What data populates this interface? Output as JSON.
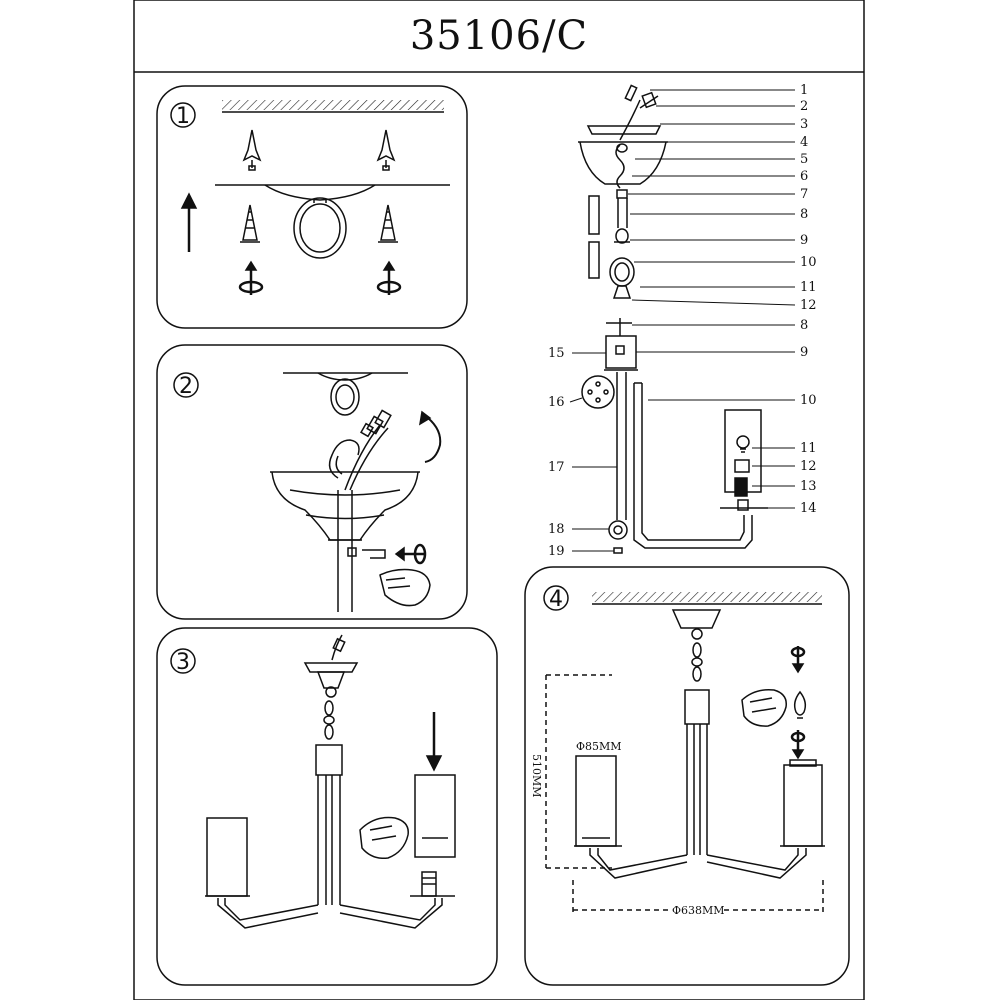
{
  "title": "35106/C",
  "steps": [
    "1",
    "2",
    "3",
    "4"
  ],
  "parts_upper": [
    "1",
    "2",
    "3",
    "4",
    "5",
    "6",
    "7",
    "8",
    "9",
    "10",
    "11",
    "12"
  ],
  "parts_lower_right": [
    "8",
    "9",
    "10",
    "11",
    "12",
    "13",
    "14"
  ],
  "parts_lower_left": [
    "15",
    "16",
    "17",
    "18",
    "19"
  ],
  "dimensions": {
    "shade_diameter": "Φ85MM",
    "height": "510MM",
    "width": "Φ638MM"
  }
}
